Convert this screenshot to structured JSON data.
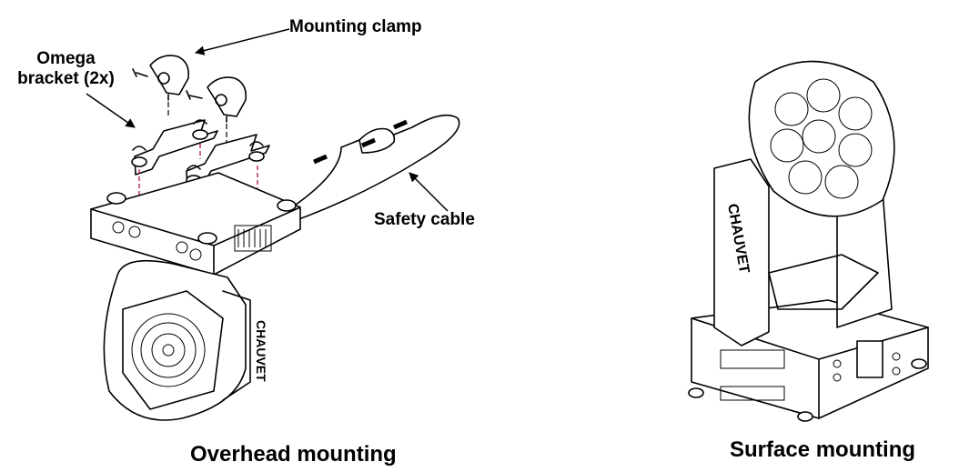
{
  "labels": {
    "mounting_clamp": "Mounting clamp",
    "omega_bracket": "Omega bracket (2x)",
    "safety_cable": "Safety cable",
    "overhead_mounting": "Overhead mounting",
    "surface_mounting": "Surface mounting"
  },
  "brand_logo": "CHAUVET"
}
